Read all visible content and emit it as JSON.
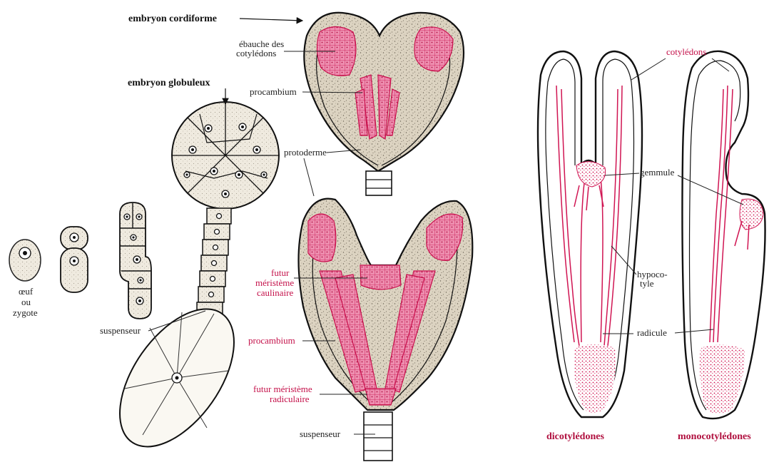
{
  "labels": {
    "embryon_cordiforme": "embryon cordiforme",
    "ebauche_line1": "ébauche des",
    "ebauche_line2": "cotylédons",
    "embryon_globuleux": "embryon globuleux",
    "procambium_top": "procambium",
    "protoderme": "protoderme",
    "oeuf_line1": "œuf",
    "oeuf_line2": "ou",
    "oeuf_line3": "zygote",
    "suspenseur_left": "suspenseur",
    "futur_caul_line1": "futur",
    "futur_caul_line2": "méristème",
    "futur_caul_line3": "caulinaire",
    "procambium_bottom": "procambium",
    "futur_rad_line1": "futur méristème",
    "futur_rad_line2": "radiculaire",
    "suspenseur_bottom": "suspenseur",
    "cotyledons": "cotylédons",
    "gemmule": "gemmule",
    "hypoco_line1": "hypoco-",
    "hypoco_line2": "tyle",
    "radicule": "radicule",
    "dicotyledones": "dicotylédones",
    "monocotyledones": "monocotylédones"
  },
  "colors": {
    "pink": "#d01452",
    "label_red": "#c4114a",
    "tissue": "#d9d0bd",
    "ink": "#111111"
  }
}
